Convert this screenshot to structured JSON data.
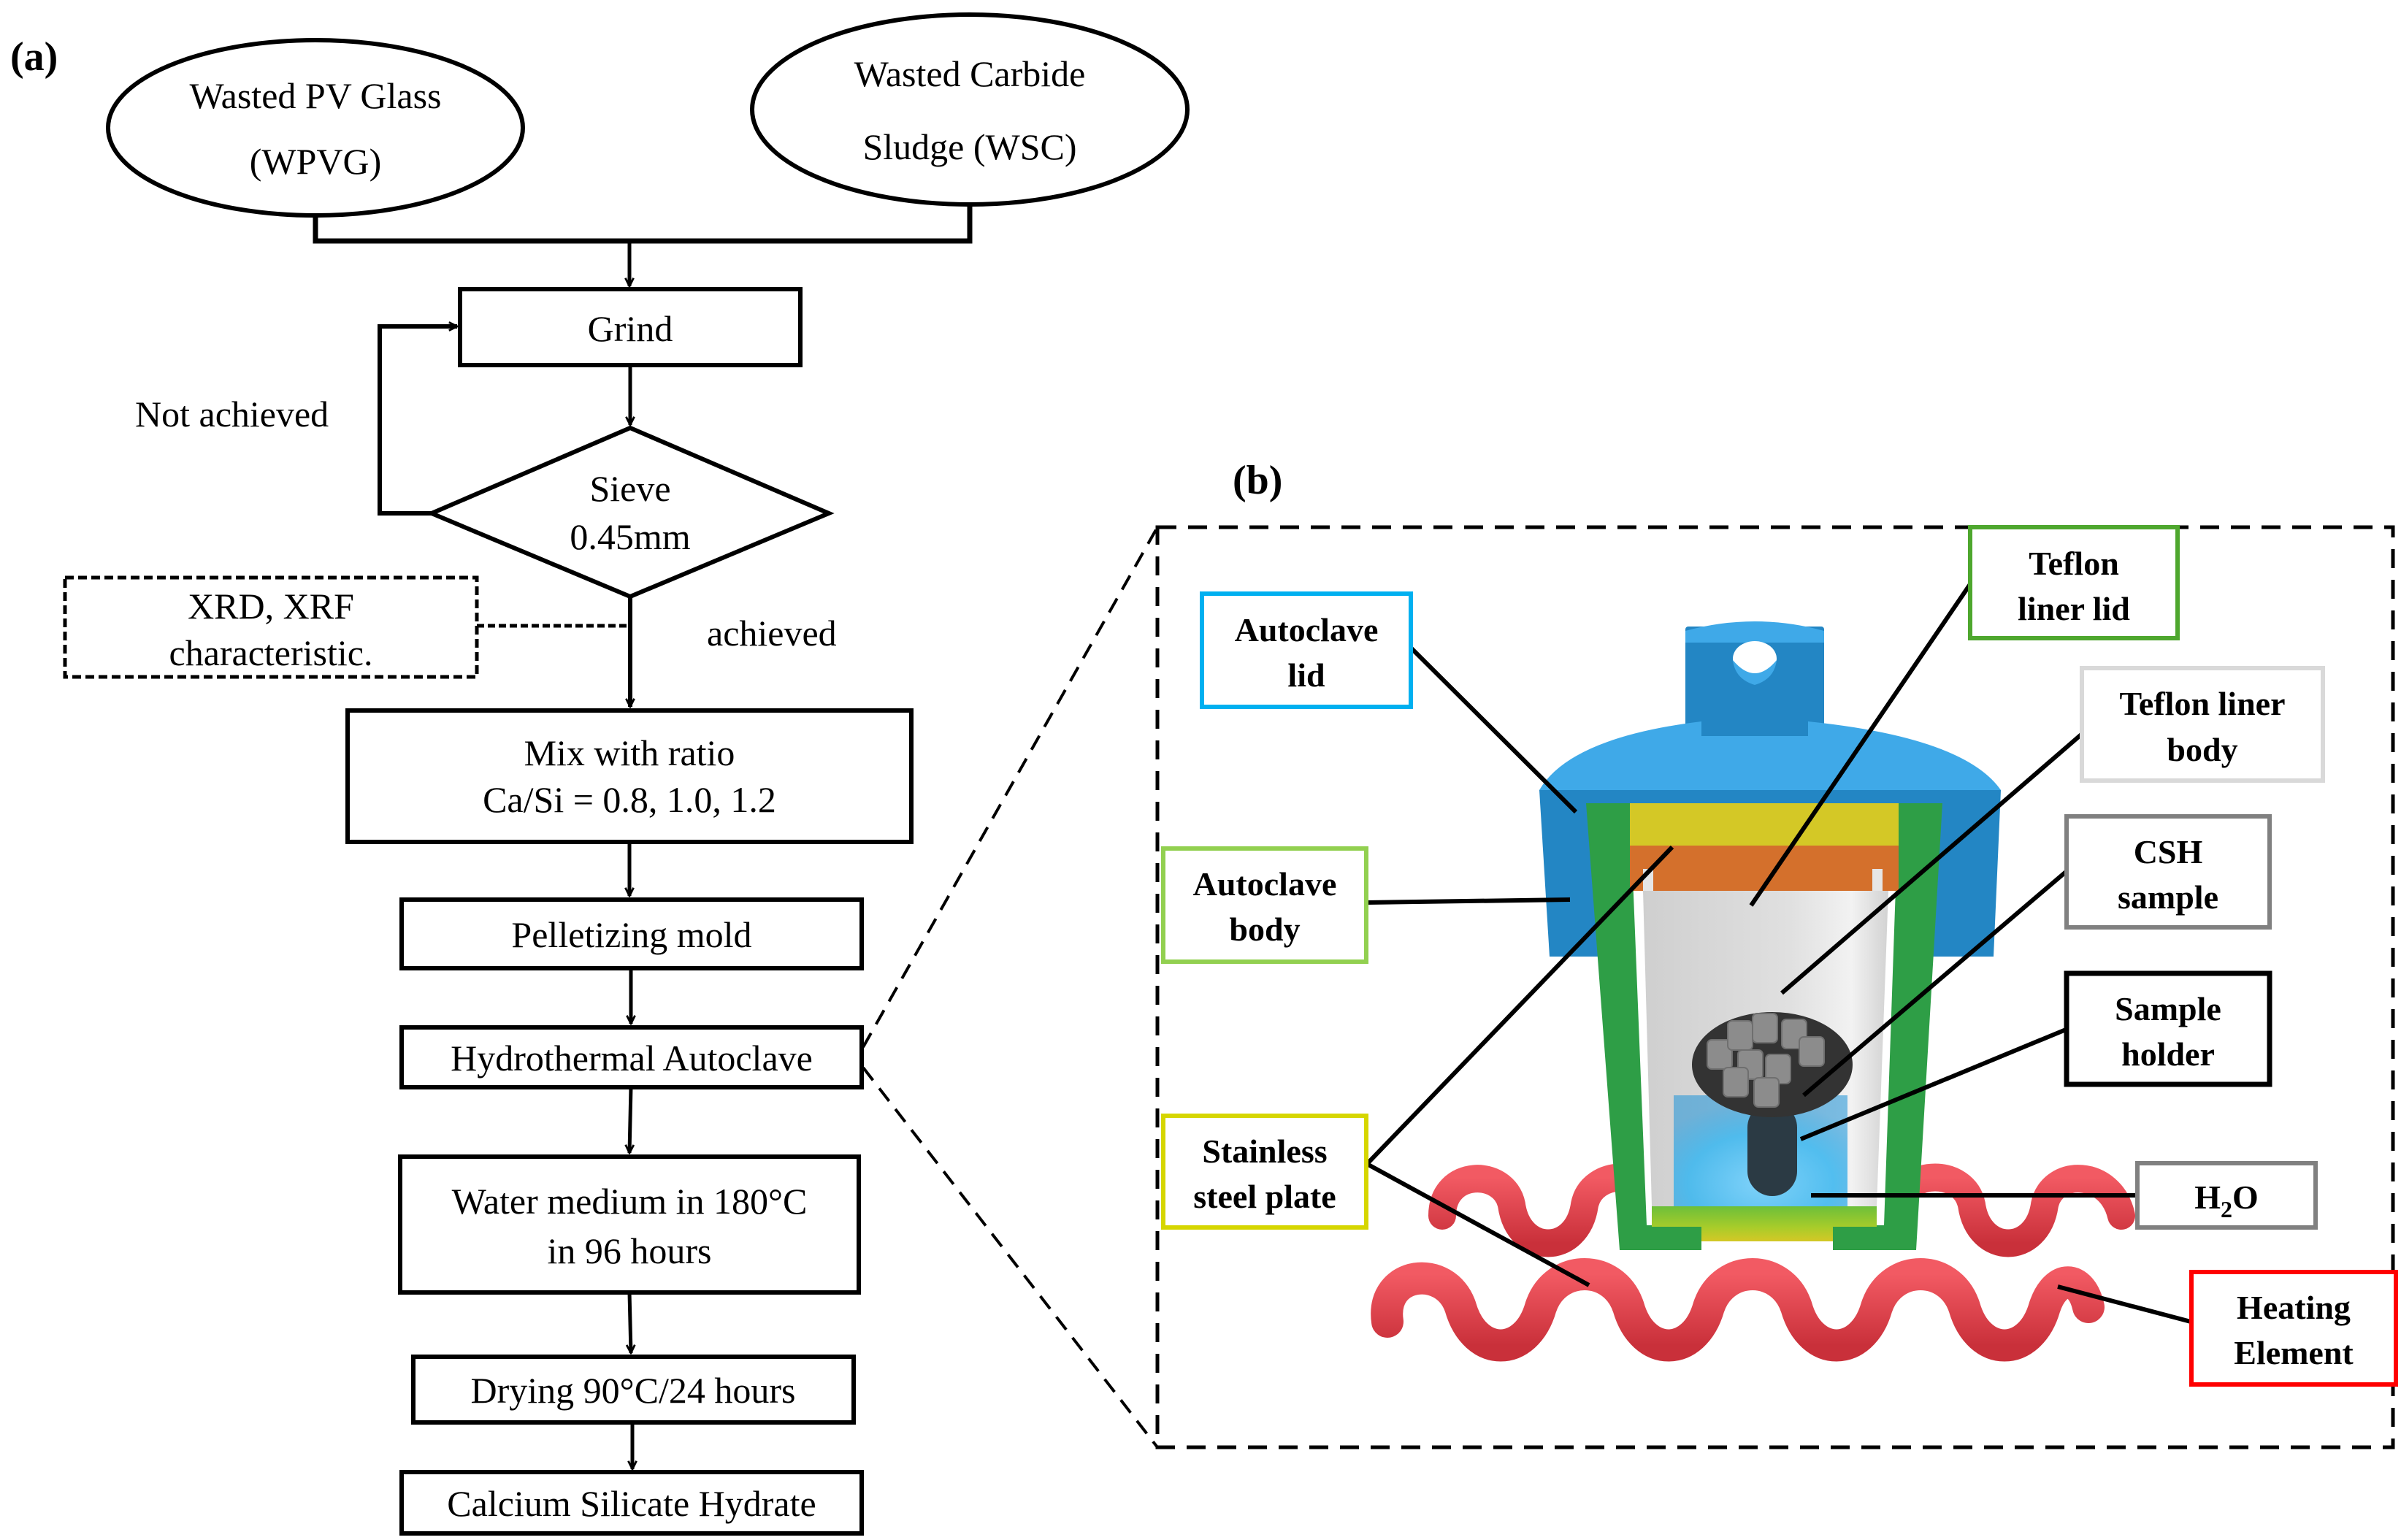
{
  "panel_a": {
    "label": "(a)",
    "inputs": [
      {
        "lines": [
          "Wasted PV Glass",
          "(WPVG)"
        ]
      },
      {
        "lines": [
          "Wasted Carbide",
          "Sludge (WSC)"
        ]
      }
    ],
    "grind": "Grind",
    "sieve": {
      "lines": [
        "Sieve",
        "0.45mm"
      ]
    },
    "not_achieved": "Not achieved",
    "achieved": "achieved",
    "characterization": {
      "lines": [
        "XRD, XRF",
        "characteristic."
      ]
    },
    "mix": {
      "lines": [
        "Mix with ratio",
        "Ca/Si = 0.8, 1.0, 1.2"
      ]
    },
    "pelletizing": "Pelletizing mold",
    "autoclave": "Hydrothermal Autoclave",
    "water": {
      "lines": [
        "Water medium in 180°C",
        "in 96 hours"
      ]
    },
    "drying": "Drying 90°C/24 hours",
    "product": "Calcium Silicate Hydrate"
  },
  "panel_b": {
    "label": "(b)",
    "callouts": {
      "autoclave_lid": {
        "lines": [
          "Autoclave",
          "lid"
        ],
        "color": "#00b0f0"
      },
      "autoclave_body": {
        "lines": [
          "Autoclave",
          "body"
        ],
        "color": "#92d050"
      },
      "stainless_plate": {
        "lines": [
          "Stainless",
          "steel plate"
        ],
        "color": "#d6d600"
      },
      "teflon_lid": {
        "lines": [
          "Teflon",
          "liner lid"
        ],
        "color": "#4ea72e"
      },
      "teflon_body": {
        "lines": [
          "Teflon liner",
          "body"
        ],
        "color": "#d9d9d9"
      },
      "csh_sample": {
        "lines": [
          "CSH",
          "sample"
        ],
        "color": "#808080"
      },
      "sample_holder": {
        "lines": [
          "Sample",
          "holder"
        ],
        "color": "#000000"
      },
      "water": {
        "main": "H",
        "sub": "2",
        "tail": "O",
        "color": "#808080"
      },
      "heating": {
        "lines": [
          "Heating",
          "Element"
        ],
        "color": "#ff0000"
      }
    },
    "colors": {
      "autoclave_blue": "#2386c4",
      "autoclave_blue_light": "#3fa9e8",
      "body_green": "#2e9e46",
      "plate_yellow": "#d4c826",
      "teflon_lid_orange": "#d4702c",
      "liner_gray": "#dcdcdc",
      "holder_dark": "#333333",
      "sample_gray": "#8c8c8c",
      "water_blue": "#37b6f0",
      "coil_red": "#e8404a"
    }
  }
}
